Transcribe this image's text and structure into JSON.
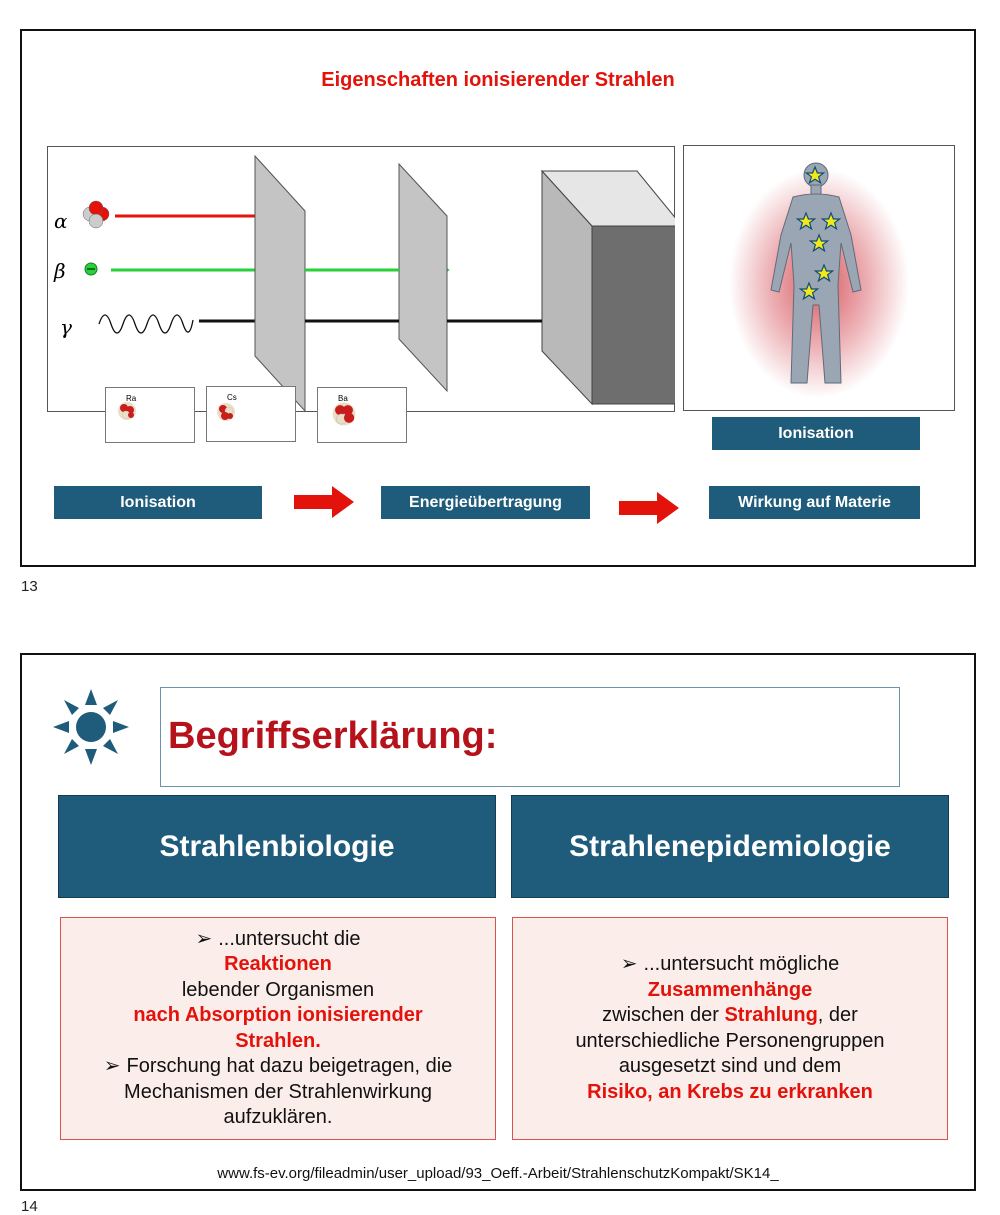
{
  "slide1": {
    "title": "Eigenschaften ionisierender Strahlen",
    "symbols": {
      "alpha": "α",
      "beta": "β",
      "gamma": "γ"
    },
    "nuclides": [
      "Ra",
      "Cs",
      "Ba"
    ],
    "body_label": "Ionisation",
    "flow": [
      "Ionisation",
      "Energieübertragung",
      "Wirkung auf Materie"
    ],
    "page_number": "13",
    "colors": {
      "title": "#e3120b",
      "box": "#1f5b7a",
      "arrow_red": "#e3120b",
      "arrow_green": "#27d13a"
    }
  },
  "slide2": {
    "heading": "Begriffserklärung:",
    "left_title": "Strahlenbiologie",
    "right_title": "Strahlenepidemiologie",
    "left": {
      "l1": "...untersucht die",
      "l2": "Reaktionen",
      "l3": "lebender Organismen",
      "l4": "nach Absorption ionisierender",
      "l5": "Strahlen.",
      "l6": "Forschung hat dazu beigetragen, die",
      "l7": "Mechanismen der Strahlenwirkung",
      "l8": "aufzuklären."
    },
    "right": {
      "l1": "...untersucht mögliche",
      "l2": "Zusammenhänge",
      "l3a": "zwischen der ",
      "l3b": "Strahlung",
      "l3c": ", der",
      "l4": "unterschiedliche Personengruppen",
      "l5": "ausgesetzt sind und dem",
      "l6": "Risiko, an Krebs zu erkranken"
    },
    "source": "www.fs-ev.org/fileadmin/user_upload/93_Oeff.-Arbeit/StrahlenschutzKompakt/SK14_",
    "page_number": "14",
    "colors": {
      "heading": "#b5121b",
      "box": "#1f5b7a",
      "sun": "#1f5b7a"
    }
  }
}
